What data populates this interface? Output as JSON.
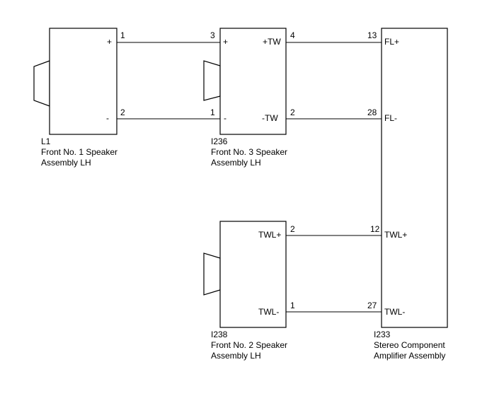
{
  "components": {
    "l1": {
      "code": "L1",
      "name_line1": "Front No. 1 Speaker",
      "name_line2": "Assembly LH",
      "terminals": {
        "plus": "+",
        "minus": "-"
      },
      "pins": {
        "plus": "1",
        "minus": "2"
      }
    },
    "i236": {
      "code": "I236",
      "name_line1": "Front No. 3 Speaker",
      "name_line2": "Assembly LH",
      "terminals": {
        "plus": "+",
        "minus": "-",
        "tw_plus": "+TW",
        "tw_minus": "-TW"
      },
      "pins": {
        "plus": "3",
        "minus": "1",
        "tw_plus": "4",
        "tw_minus": "2"
      }
    },
    "i238": {
      "code": "I238",
      "name_line1": "Front No. 2 Speaker",
      "name_line2": "Assembly LH",
      "terminals": {
        "twl_plus": "TWL+",
        "twl_minus": "TWL-"
      },
      "pins": {
        "twl_plus": "2",
        "twl_minus": "1"
      }
    },
    "i233": {
      "code": "I233",
      "name_line1": "Stereo Component",
      "name_line2": "Amplifier Assembly",
      "terminals": {
        "fl_plus": "FL+",
        "fl_minus": "FL-",
        "twl_plus": "TWL+",
        "twl_minus": "TWL-"
      },
      "pins": {
        "fl_plus": "13",
        "fl_minus": "28",
        "twl_plus": "12",
        "twl_minus": "27"
      }
    }
  }
}
